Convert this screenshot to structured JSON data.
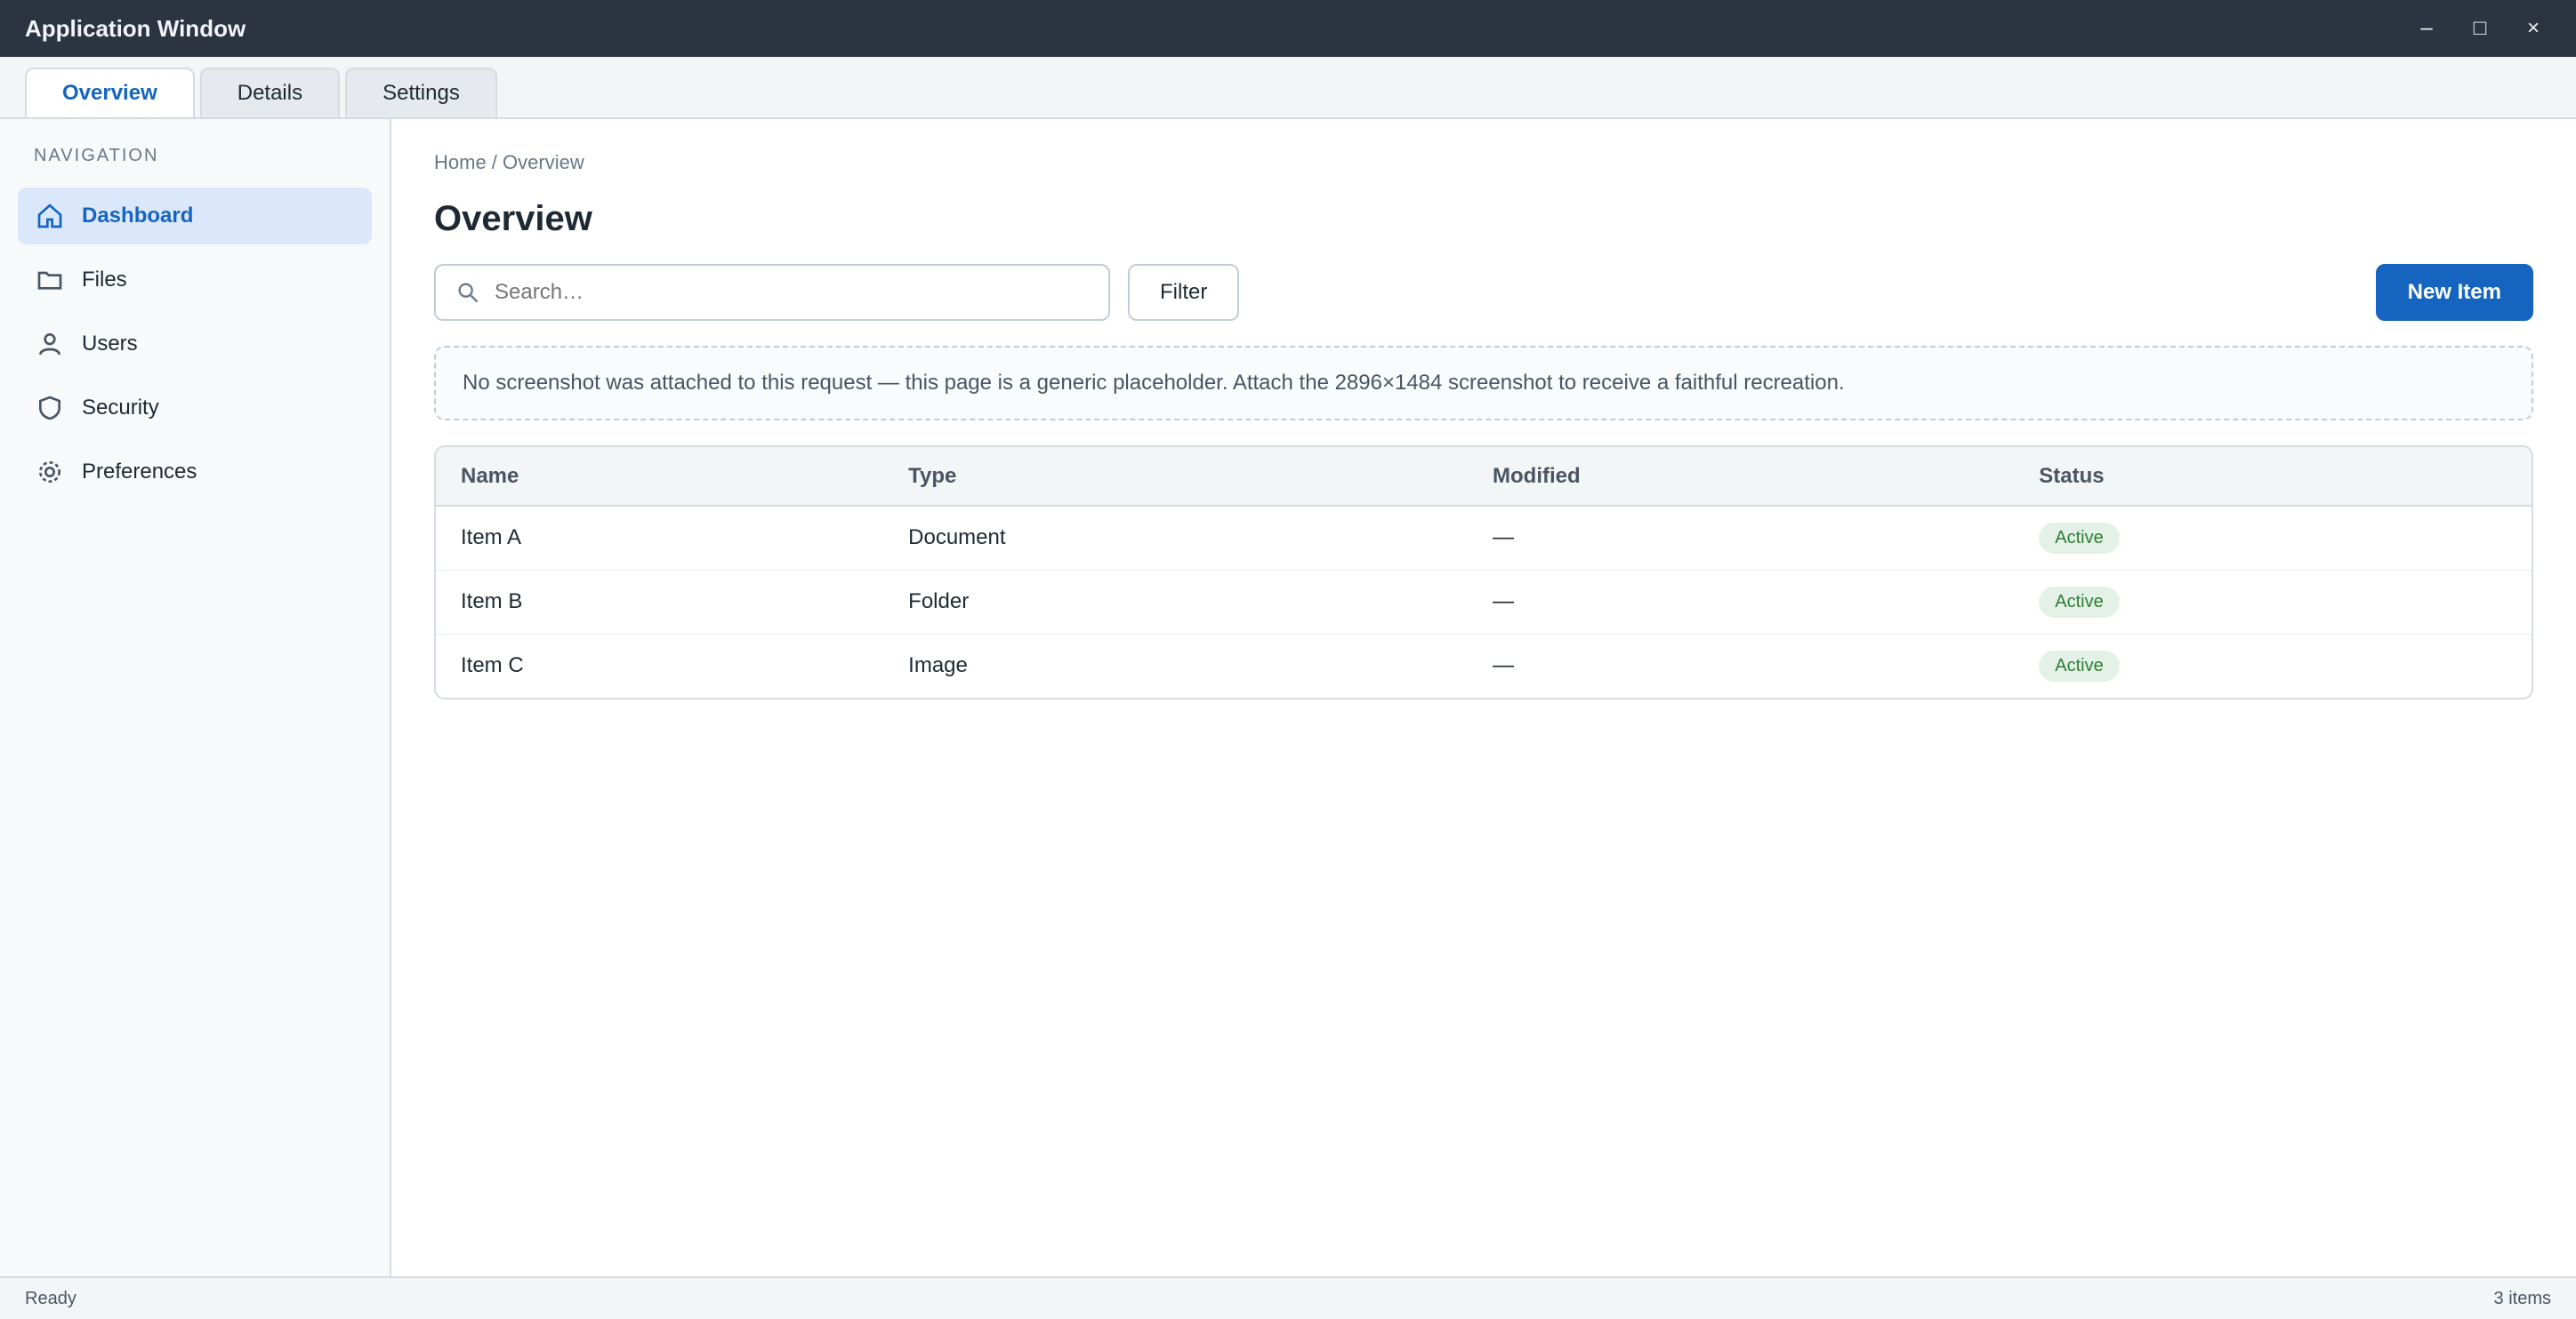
{
  "window": {
    "title": "Application Window",
    "controls": {
      "minimize": "–",
      "maximize": "□",
      "close": "×"
    }
  },
  "tabs": [
    {
      "label": "Overview"
    },
    {
      "label": "Details"
    },
    {
      "label": "Settings"
    }
  ],
  "sidebar": {
    "heading": "Navigation",
    "items": [
      {
        "label": "Dashboard",
        "icon": "home-icon"
      },
      {
        "label": "Files",
        "icon": "folder-icon"
      },
      {
        "label": "Users",
        "icon": "user-icon"
      },
      {
        "label": "Security",
        "icon": "shield-icon"
      },
      {
        "label": "Preferences",
        "icon": "gear-icon"
      }
    ]
  },
  "main": {
    "breadcrumb": "Home / Overview",
    "title": "Overview",
    "search": {
      "placeholder": "Search…",
      "value": ""
    },
    "buttons": {
      "filter": "Filter",
      "new": "New Item"
    },
    "notice": "No screenshot was attached to this request — this page is a generic placeholder. Attach the 2896×1484 screenshot to receive a faithful recreation.",
    "table": {
      "columns": [
        "Name",
        "Type",
        "Modified",
        "Status"
      ],
      "rows": [
        [
          "Item A",
          "Document",
          "—",
          "Active"
        ],
        [
          "Item B",
          "Folder",
          "—",
          "Active"
        ],
        [
          "Item C",
          "Image",
          "—",
          "Active"
        ]
      ]
    }
  },
  "status": {
    "left": "Ready",
    "right": "3 items"
  },
  "colors": {
    "accent": "#1565c0",
    "titlebar": "#2b3440"
  }
}
